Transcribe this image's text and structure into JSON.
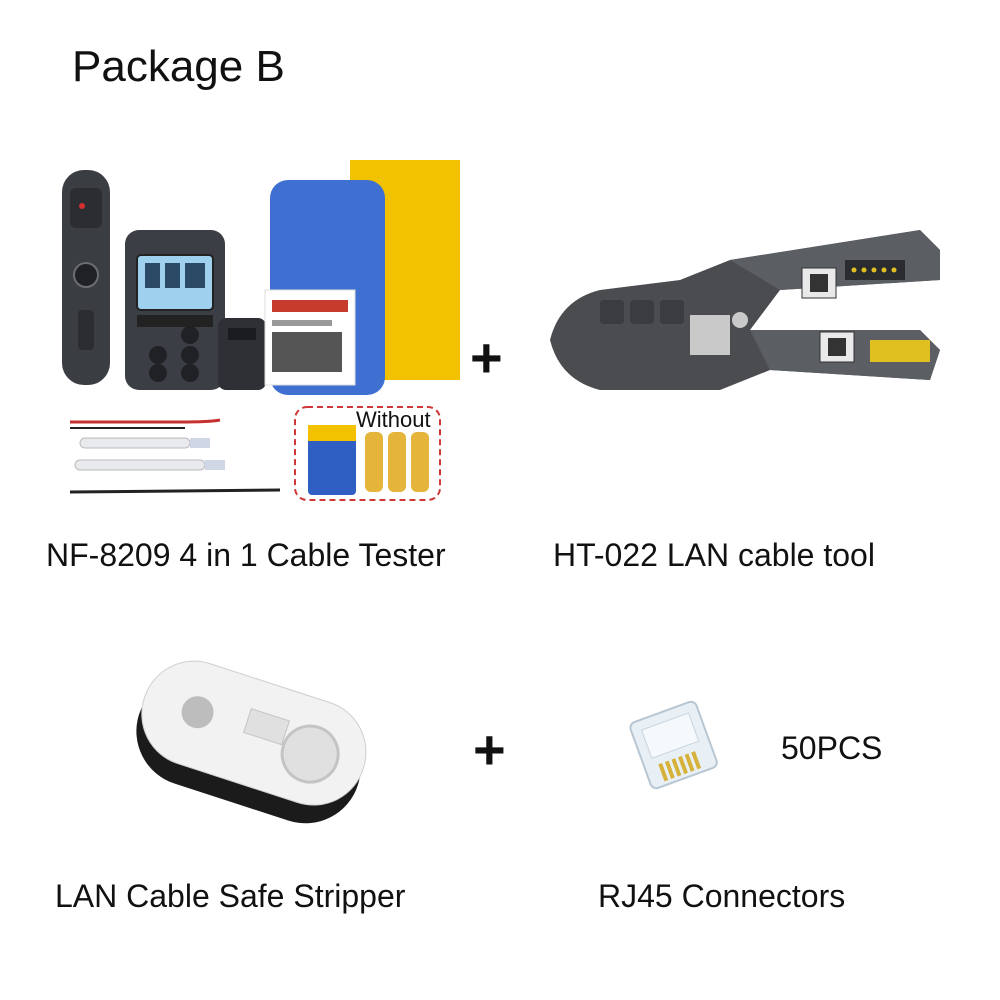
{
  "page": {
    "title": "Package B"
  },
  "items": [
    {
      "caption": "NF-8209 4 in 1 Cable Tester",
      "note": "Without"
    },
    {
      "caption": "HT-022 LAN cable tool"
    },
    {
      "caption": "LAN Cable Safe Stripper"
    },
    {
      "caption": "RJ45 Connectors",
      "quantity": "50PCS"
    }
  ],
  "separators": {
    "plus": "+"
  }
}
